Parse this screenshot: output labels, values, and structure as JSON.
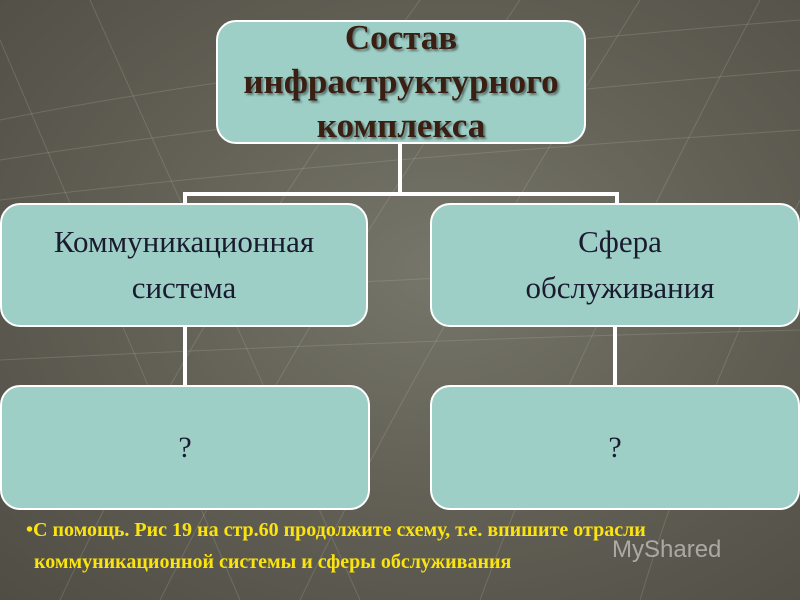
{
  "root": {
    "label": "Состав\nинфраструктурного\nкомплекса"
  },
  "branches": [
    {
      "label": "Коммуникационная\nсистема",
      "child_label": "?"
    },
    {
      "label": "Сфера\nобслуживания",
      "child_label": "?"
    }
  ],
  "footer": {
    "bullet": "•",
    "text": "С помощь. Рис 19 на стр.60 продолжите схему, т.е. впишите отрасли коммуникационной системы и сферы обслуживания"
  },
  "watermark": "MyShared",
  "colors": {
    "box_fill": "#9ecfc7",
    "root_text": "#3a1f12",
    "box_text": "#1b1b30",
    "connector": "#ffffff",
    "footer_text": "#fbe30f"
  }
}
